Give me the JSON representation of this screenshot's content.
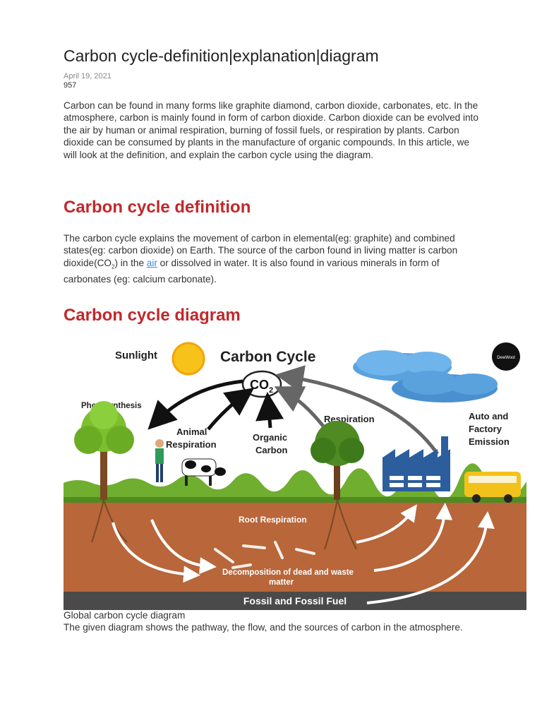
{
  "article": {
    "title": "Carbon cycle-definition|explanation|diagram",
    "date": "April 19, 2021",
    "views": "957",
    "intro": "Carbon can be found in many forms like graphite diamond, carbon dioxide, carbonates, etc. In the atmosphere, carbon is mainly found in form of carbon dioxide. Carbon dioxide can be evolved into the air by human or animal respiration, burning of fossil fuels, or respiration by plants. Carbon dioxide can be consumed by plants in the manufacture of organic compounds. In this article, we will look at the definition, and explain the carbon cycle using the diagram."
  },
  "definition": {
    "heading": "Carbon cycle definition",
    "text_before": "The carbon cycle explains the movement of carbon in elemental(eg: graphite) and combined states(eg: carbon dioxide) on Earth. The source of the carbon found in living matter is carbon dioxide(CO",
    "sub": "2",
    "text_mid": ") in the ",
    "link": "air",
    "text_after": " or dissolved in water. It is also found in various minerals in form of carbonates (eg: calcium carbonate)."
  },
  "diagram_section": {
    "heading": "Carbon cycle diagram",
    "caption": "Global carbon cycle diagram",
    "description": "The given diagram shows the pathway, the flow, and the sources of carbon in the atmosphere."
  },
  "diagram": {
    "title": "Carbon Cycle",
    "co2": "CO",
    "co2_sub": "2",
    "sunlight": "Sunlight",
    "photosynthesis": "Photosynthesis",
    "animal_respiration_1": "Animal",
    "animal_respiration_2": "Respiration",
    "organic_carbon_1": "Organic",
    "organic_carbon_2": "Carbon",
    "respiration": "Respiration",
    "auto_1": "Auto and",
    "auto_2": "Factory",
    "auto_3": "Emission",
    "root_respiration": "Root Respiration",
    "decomposition_1": "Decomposition of dead and waste",
    "decomposition_2": "matter",
    "fossil": "Fossil and Fossil Fuel",
    "logo": "DewWool",
    "colors": {
      "sky": "#ffffff",
      "soil": "#b8663a",
      "grass": "#6fae2e",
      "factory": "#2c5e9e",
      "fossil_band": "#4a4a4a"
    }
  }
}
